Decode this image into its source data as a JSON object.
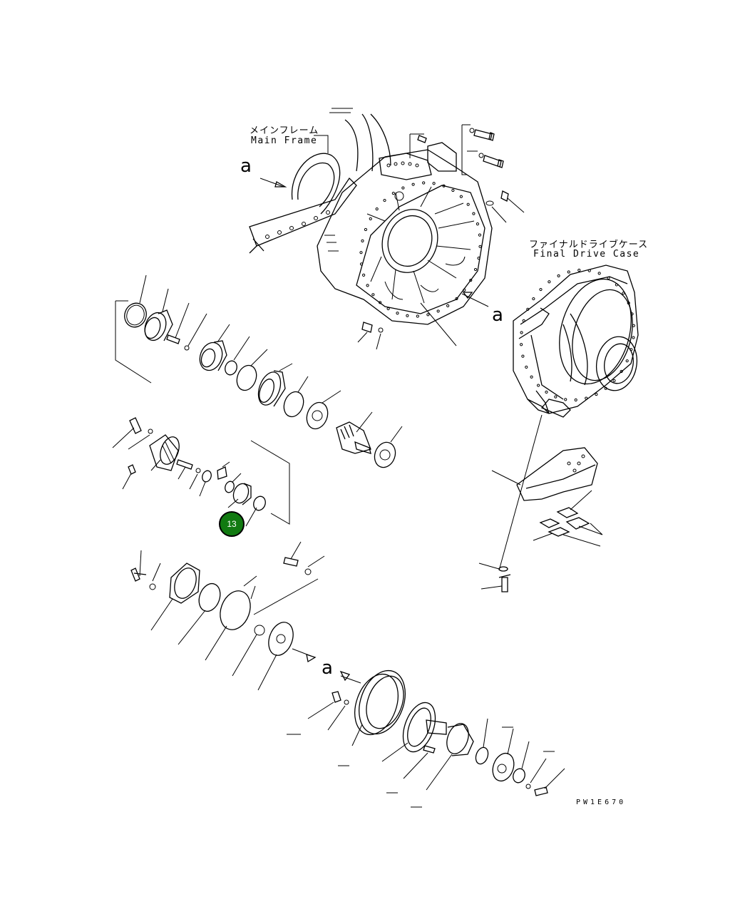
{
  "labels": {
    "main_frame_jp": "メインフレーム",
    "main_frame_en": "Main Frame",
    "final_drive_case_jp": "ファイナルドライブケース",
    "final_drive_case_en": "Final Drive Case",
    "ref_a": "a",
    "drawing_code": "PW1E670"
  },
  "callout": {
    "number": "13",
    "color": "#117a11"
  }
}
